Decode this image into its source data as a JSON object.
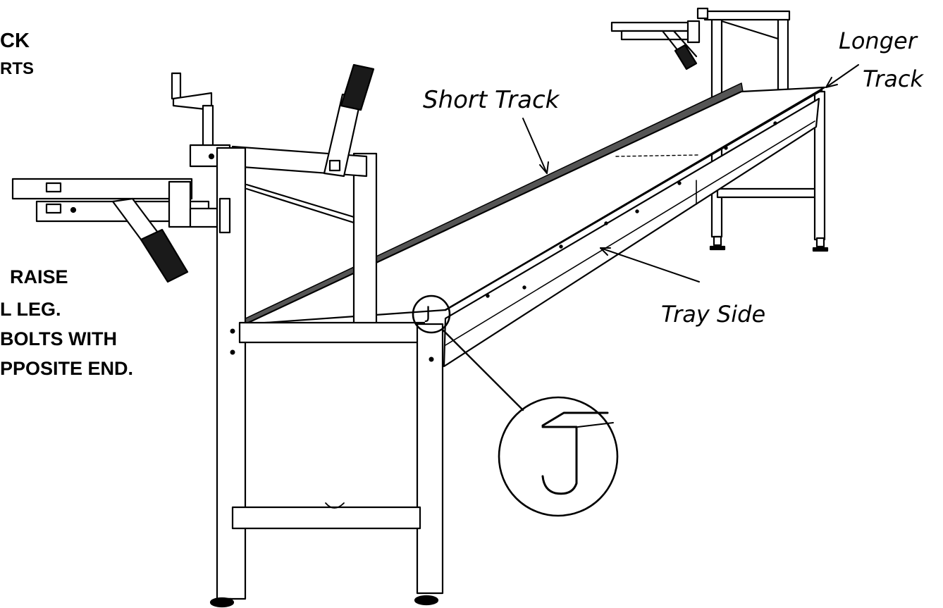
{
  "instructions_top": [
    "CK",
    "RTS"
  ],
  "instructions_bottom": [
    "RAISE",
    "L LEG.",
    "BOLTS WITH",
    "PPOSITE END."
  ],
  "labels": {
    "short_track": "Short Track",
    "longer_track_line1": "Longer",
    "longer_track_line2": "Track",
    "tray_side": "Tray Side"
  },
  "detail_letter": "J",
  "colors": {
    "ink": "#000000",
    "paper": "#ffffff",
    "grip": "#1a1a1a"
  }
}
